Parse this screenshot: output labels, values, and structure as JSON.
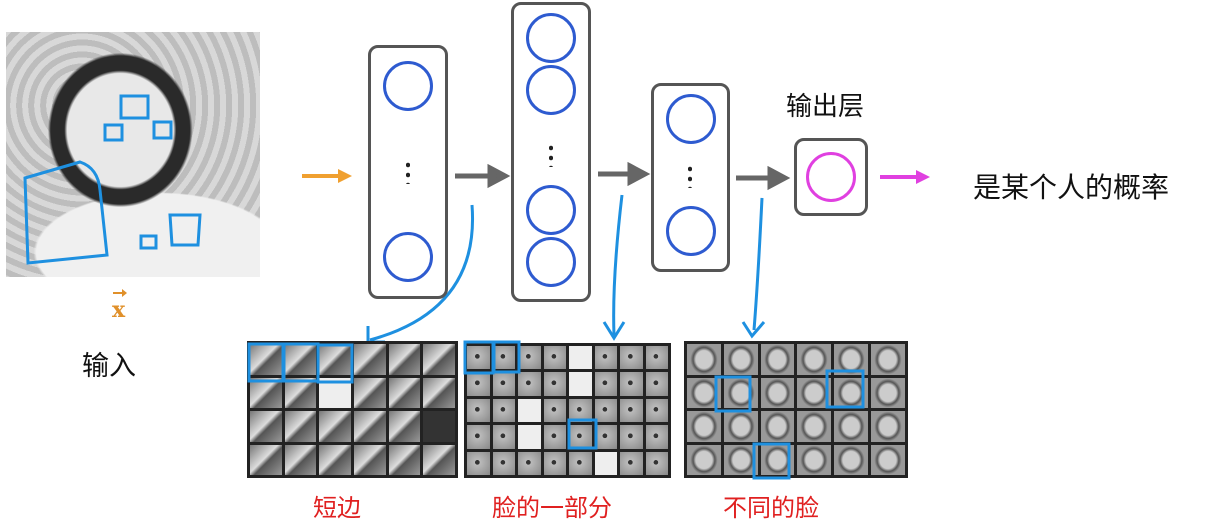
{
  "input": {
    "label": "输入",
    "vector": "x"
  },
  "output": {
    "title": "输出层",
    "result": "是某个人的概率"
  },
  "features": [
    {
      "label": "短边"
    },
    {
      "label": "脸的一部分"
    },
    {
      "label": "不同的脸"
    }
  ],
  "colors": {
    "input_arrow": "#f0a030",
    "output_arrow": "#e040e0",
    "node": "#2e5bd0",
    "output_node": "#e040e0",
    "annotation": "#1e90e0",
    "caption": "#e02020"
  }
}
